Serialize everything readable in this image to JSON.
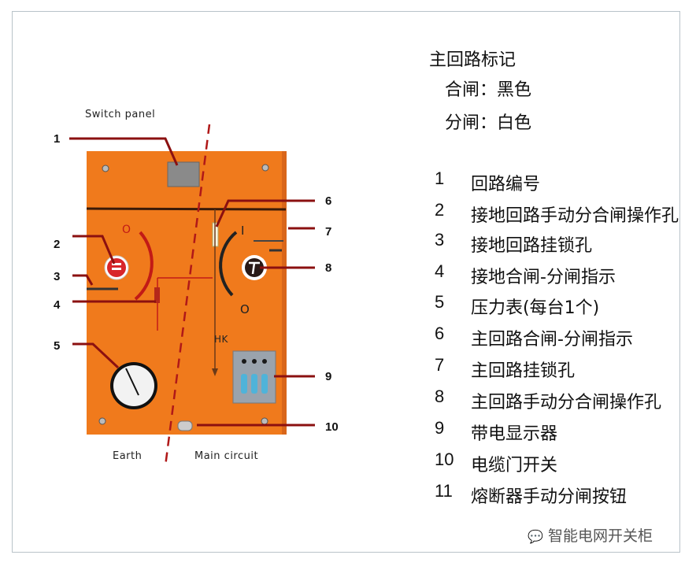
{
  "diagram": {
    "title": "Switch panel",
    "earth_label": "Earth",
    "main_circuit_label": "Main circuit",
    "hk_label": "HK",
    "symbol_on": "I",
    "symbol_off": "O",
    "callouts": [
      "1",
      "2",
      "3",
      "4",
      "5",
      "6",
      "7",
      "8",
      "9",
      "10"
    ],
    "colors": {
      "panel": "#f07a1c",
      "leader": "#8b1010",
      "dash": "#b01818"
    }
  },
  "legend": {
    "title": "主回路标记",
    "close_state": "合闸：黑色",
    "open_state": "分闸：白色",
    "items": [
      {
        "num": "1",
        "text": "回路编号"
      },
      {
        "num": "2",
        "text": "接地回路手动分合闸操作孔"
      },
      {
        "num": "3",
        "text": "接地回路挂锁孔"
      },
      {
        "num": "4",
        "text": "接地合闸-分闸指示"
      },
      {
        "num": "5",
        "text": "压力表(每台1个)"
      },
      {
        "num": "6",
        "text": "主回路合闸-分闸指示"
      },
      {
        "num": "7",
        "text": "主回路挂锁孔"
      },
      {
        "num": "8",
        "text": "主回路手动分合闸操作孔"
      },
      {
        "num": "9",
        "text": "带电显示器"
      },
      {
        "num": "10",
        "text": "电缆门开关"
      },
      {
        "num": "11",
        "text": "熔断器手动分闸按钮"
      }
    ]
  },
  "watermark": "智能电网开关柜"
}
